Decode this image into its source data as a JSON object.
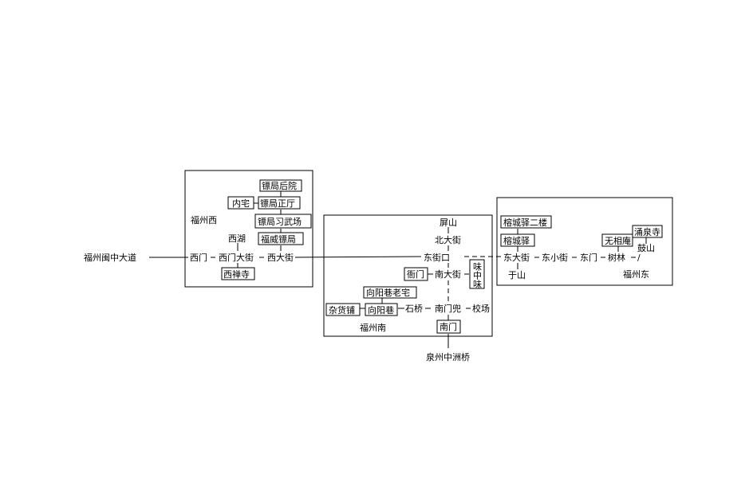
{
  "regions": {
    "fuzhou_west": "福州西",
    "fuzhou_south": "福州南",
    "fuzhou_east": "福州东"
  },
  "external": {
    "min_avenue": "福州闽中大道",
    "quanzhou_bridge": "泉州中洲桥"
  },
  "west": {
    "escort_back_yard": "镖局后院",
    "inner_house": "内宅",
    "escort_main_hall": "镖局正厅",
    "escort_training_ground": "镖局习武场",
    "fuwei_escort": "福威镖局",
    "west_lake": "西湖",
    "west_gate": "西门",
    "west_gate_avenue": "西门大街",
    "west_avenue": "西大街",
    "west_chan_temple": "西禅寺"
  },
  "south": {
    "ping_mountain": "屏山",
    "north_avenue": "北大街",
    "east_street_mouth": "东街口",
    "yamen": "衙门",
    "south_avenue": "南大街",
    "restaurant": "味中味",
    "xiangyang_old_house": "向阳巷老宅",
    "grocery": "杂货铺",
    "xiangyang_lane": "向阳巷",
    "stone_bridge": "石桥",
    "south_gate_dou": "南门兜",
    "drill_ground": "校场",
    "south_gate": "南门"
  },
  "east": {
    "rongcheng_post_2f": "榕城驿二楼",
    "rongcheng_post": "榕城驿",
    "wuxiang_nunnery": "无相庵",
    "yongquan_temple": "涌泉寺",
    "east_avenue": "东大街",
    "east_small_street": "东小街",
    "east_gate": "东门",
    "forest": "树林",
    "gu_mountain": "鼓山",
    "yu_mountain": "于山",
    "slash": "/"
  }
}
